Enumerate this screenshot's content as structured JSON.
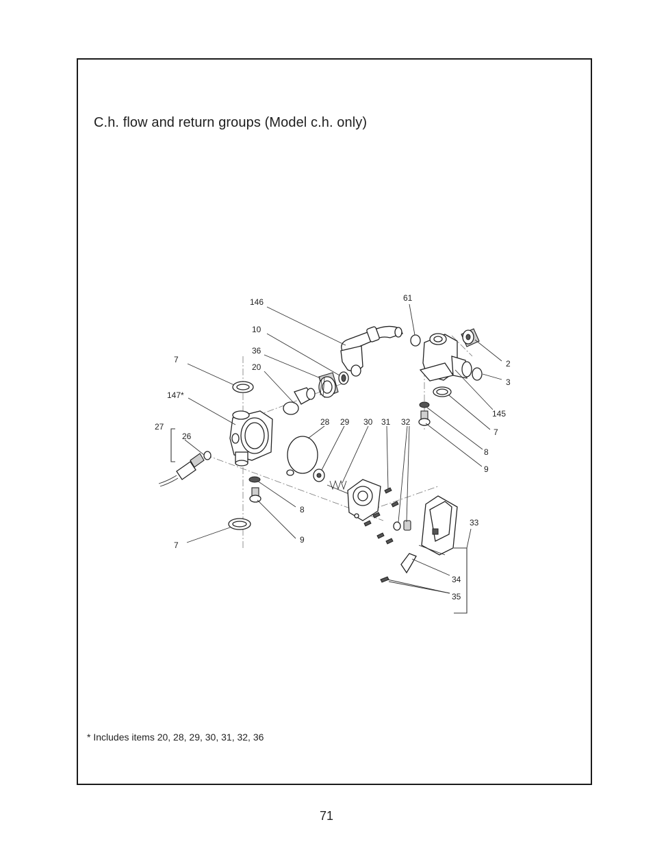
{
  "page": {
    "title": "C.h. flow and return groups (Model c.h. only)",
    "footnote": "* Includes items 20, 28, 29, 30, 31, 32, 36",
    "page_number": "71"
  },
  "diagram": {
    "labels": [
      "146",
      "61",
      "10",
      "36",
      "7",
      "20",
      "2",
      "3",
      "147*",
      "145",
      "7",
      "28",
      "29",
      "30",
      "31",
      "32",
      "27",
      "26",
      "8",
      "9",
      "8",
      "33",
      "9",
      "7",
      "34",
      "35"
    ]
  }
}
